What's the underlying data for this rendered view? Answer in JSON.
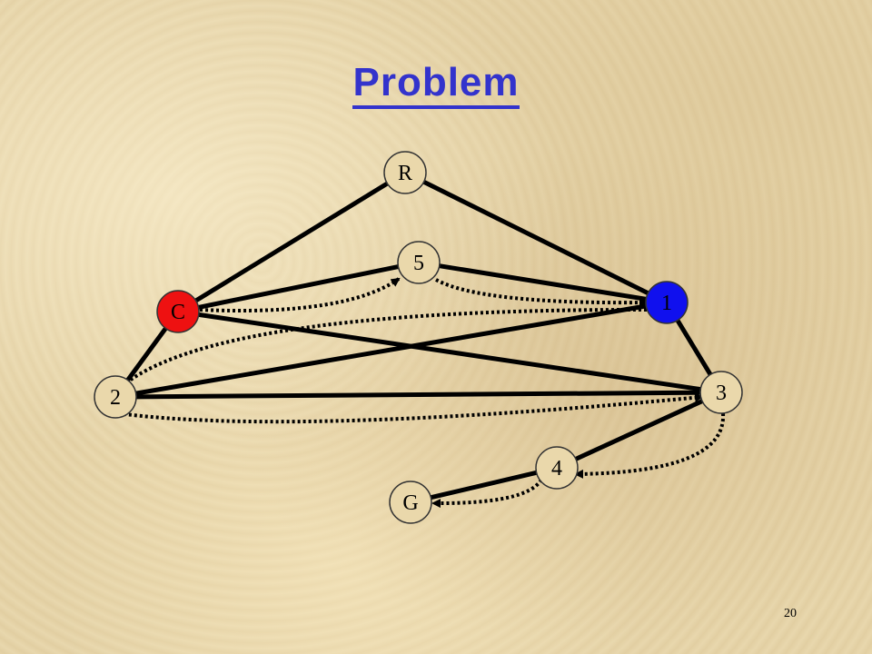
{
  "title": "Problem",
  "slide_number": "20",
  "colors": {
    "title": "#3333cc",
    "default_node_fill": "#ead8ab",
    "node_c_fill": "#ee1111",
    "node_1_fill": "#1010ee",
    "edge": "#000000"
  },
  "nodes": [
    {
      "id": "R",
      "label": "R",
      "fill": "default"
    },
    {
      "id": "5",
      "label": "5",
      "fill": "default"
    },
    {
      "id": "C",
      "label": "C",
      "fill": "red"
    },
    {
      "id": "1",
      "label": "1",
      "fill": "blue"
    },
    {
      "id": "2",
      "label": "2",
      "fill": "default"
    },
    {
      "id": "3",
      "label": "3",
      "fill": "default"
    },
    {
      "id": "4",
      "label": "4",
      "fill": "default"
    },
    {
      "id": "G",
      "label": "G",
      "fill": "default"
    }
  ],
  "edges": [
    {
      "from": "R",
      "to": "C"
    },
    {
      "from": "R",
      "to": "1"
    },
    {
      "from": "C",
      "to": "5"
    },
    {
      "from": "5",
      "to": "1"
    },
    {
      "from": "C",
      "to": "3"
    },
    {
      "from": "C",
      "to": "2"
    },
    {
      "from": "1",
      "to": "2"
    },
    {
      "from": "1",
      "to": "3"
    },
    {
      "from": "2",
      "to": "3"
    },
    {
      "from": "3",
      "to": "4"
    },
    {
      "from": "4",
      "to": "G"
    }
  ],
  "path_arrows": [
    {
      "from": "C",
      "to": "5",
      "style": "dotted"
    },
    {
      "from": "5",
      "to": "1",
      "style": "dotted"
    },
    {
      "from": "1",
      "to": "2",
      "style": "dotted"
    },
    {
      "from": "2",
      "to": "3",
      "style": "dotted"
    },
    {
      "from": "3",
      "to": "4",
      "style": "dotted"
    },
    {
      "from": "4",
      "to": "G",
      "style": "dotted"
    }
  ]
}
